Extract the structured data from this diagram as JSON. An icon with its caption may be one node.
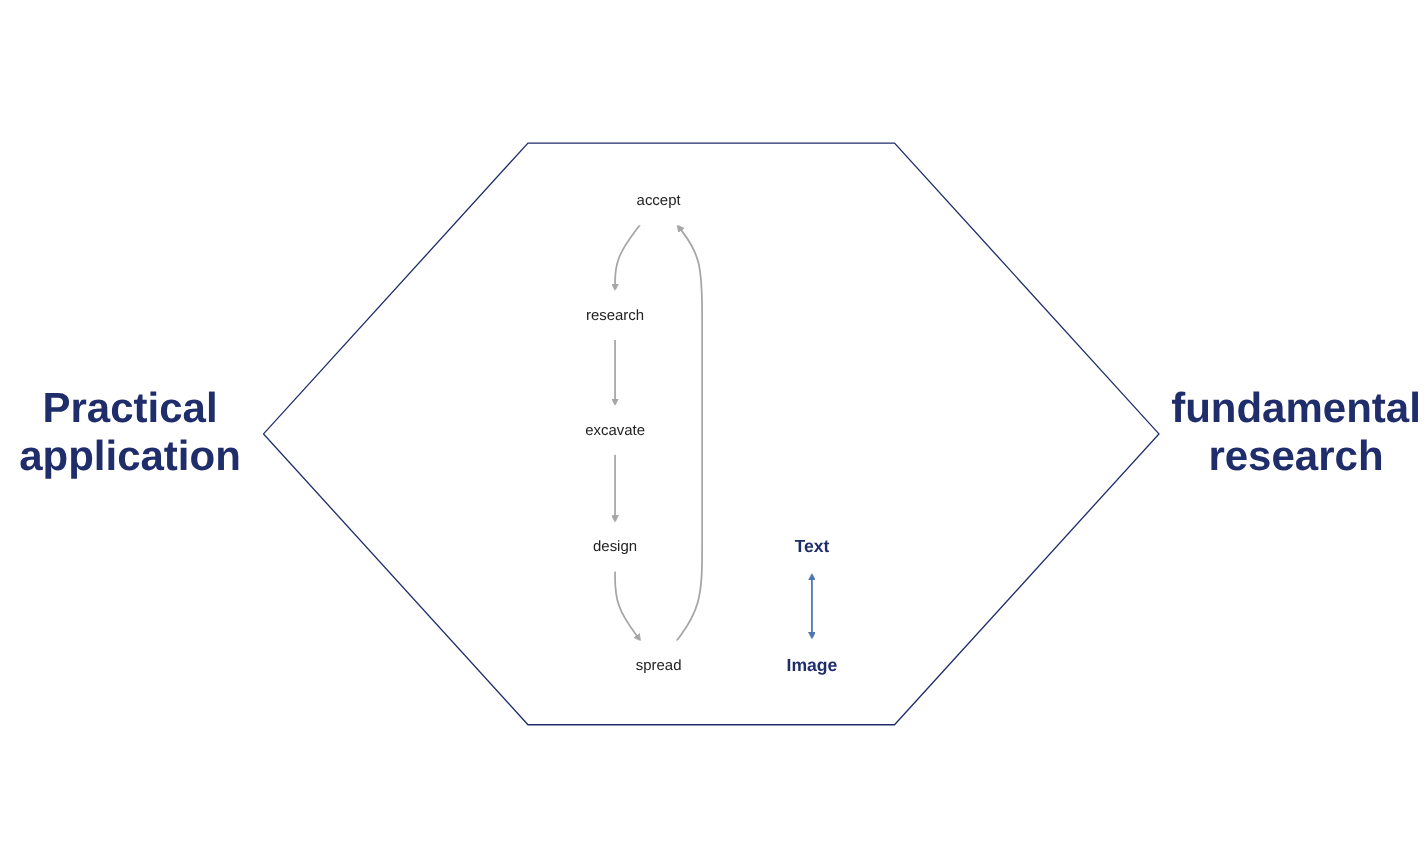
{
  "diagram": {
    "nodes": [
      {
        "text": [],
        "shape": "hexagon"
      },
      {
        "text": [
          "Text"
        ],
        "in": 0
      },
      {
        "text": [
          "accept"
        ],
        "in": 0
      },
      {
        "text": [
          "research"
        ],
        "in": 0
      },
      {
        "text": [
          "excavate"
        ],
        "in": 0
      },
      {
        "text": [
          "spread"
        ],
        "in": 0
      },
      {
        "text": [
          "design"
        ],
        "in": 0
      },
      {
        "text": [
          "Image"
        ],
        "in": 0
      }
    ],
    "edges": [
      {
        "from": 2,
        "to": 3,
        "arrow": "to"
      },
      {
        "from": 3,
        "to": 4,
        "arrow": "to"
      },
      {
        "from": 4,
        "to": 6,
        "arrow": "to"
      },
      {
        "from": 6,
        "to": 5,
        "arrow": "to"
      },
      {
        "from": 5,
        "to": 2,
        "arrow": "to"
      },
      {
        "from": 1,
        "to": 7,
        "arrow": "both",
        "color": "#4f76b0"
      }
    ],
    "labels": [
      "Practical application",
      "fundamental research"
    ]
  }
}
